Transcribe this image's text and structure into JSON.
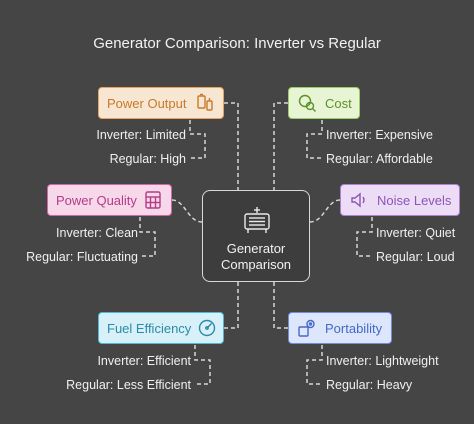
{
  "title": "Generator Comparison: Inverter vs Regular",
  "center": {
    "line1": "Generator",
    "line2": "Comparison",
    "icon": "generator-icon"
  },
  "nodes": {
    "power_output": {
      "label": "Power Output",
      "icon": "battery-plug-icon",
      "color": "#e8a45c",
      "fill": "#f7e6d1",
      "items": [
        "Inverter: Limited",
        "Regular: High"
      ]
    },
    "cost": {
      "label": "Cost",
      "icon": "coin-search-icon",
      "color": "#9ccc65",
      "fill": "#e7f5d4",
      "items": [
        "Inverter: Expensive",
        "Regular: Affordable"
      ]
    },
    "power_quality": {
      "label": "Power Quality",
      "icon": "calculator-icon",
      "color": "#d466a8",
      "fill": "#f6d8ea",
      "items": [
        "Inverter: Clean",
        "Regular: Fluctuating"
      ]
    },
    "noise_levels": {
      "label": "Noise Levels",
      "icon": "speaker-icon",
      "color": "#b07fd1",
      "fill": "#ecdcf6",
      "items": [
        "Inverter: Quiet",
        "Regular: Loud"
      ]
    },
    "fuel_efficiency": {
      "label": "Fuel Efficiency",
      "icon": "gauge-icon",
      "color": "#4eb6d6",
      "fill": "#d8f1f8",
      "items": [
        "Inverter: Efficient",
        "Regular: Less Efficient"
      ]
    },
    "portability": {
      "label": "Portability",
      "icon": "gear-box-icon",
      "color": "#6b8de3",
      "fill": "#dde6fa",
      "items": [
        "Inverter: Lightweight",
        "Regular: Heavy"
      ]
    }
  }
}
